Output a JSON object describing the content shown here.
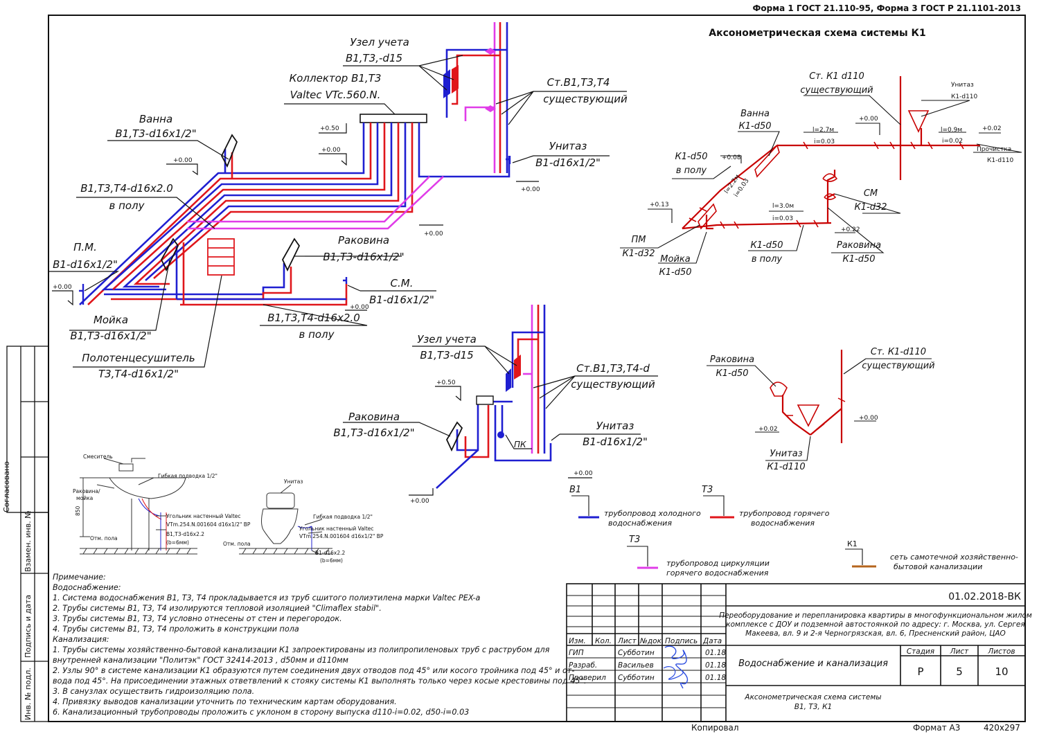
{
  "header": {
    "form_text": "Форма 1 ГОСТ 21.110-95, Форма 3 ГОСТ Р 21.1101-2013",
    "scheme_title": "Аксонометрическая схема системы К1"
  },
  "colors": {
    "cold": "#1f1fd1",
    "hot": "#e0161b",
    "circ": "#e03ce8",
    "sewer": "#b5651d",
    "sewer_line": "#c80000"
  },
  "water_top": {
    "meter": [
      "Узел учета",
      "В1,Т3,-d15"
    ],
    "collector": [
      "Коллектор В1,Т3",
      "Valtec VTc.560.N."
    ],
    "riser": [
      "Ст.В1,Т3,Т4",
      "существующий"
    ],
    "bath": [
      "Ванна",
      "В1,Т3-d16х1/2\""
    ],
    "floor_pipe": [
      "В1,Т3,Т4-d16х2.0",
      "в полу"
    ],
    "toilet": [
      "Унитаз",
      "В1-d16х1/2\""
    ],
    "dishwasher": [
      "П.М.",
      "В1-d16х1/2\""
    ],
    "sink": [
      "Раковина",
      "В1,Т3-d16х1/2\""
    ],
    "washer": [
      "С.М.",
      "В1-d16х1/2\""
    ],
    "kitchen": [
      "Мойка",
      "В1,Т3-d16х1/2\""
    ],
    "floor_pipe2": [
      "В1,Т3,Т4-d16х2.0",
      "в полу"
    ],
    "towel": [
      "Полотенцесушитель",
      "Т3,Т4-d16х1/2\""
    ],
    "marks": [
      "+0.50",
      "+0.00",
      "+0.00",
      "+0.00",
      "+0.00",
      "+0.00",
      "+0.00"
    ]
  },
  "water_bottom": {
    "meter": [
      "Узел учета",
      "В1,Т3-d15"
    ],
    "riser": [
      "Ст.В1,Т3,Т4-d",
      "существующий"
    ],
    "sink": [
      "Раковина",
      "В1,Т3-d16х1/2\""
    ],
    "toilet": [
      "Унитаз",
      "В1-d16х1/2\""
    ],
    "pk": "ПК",
    "marks": [
      "+0.50",
      "+0.00",
      "+0.00"
    ]
  },
  "sewer_top": {
    "riser": [
      "Ст. К1 d110",
      "существующий"
    ],
    "toilet": [
      "Унитаз",
      "К1-d110"
    ],
    "bath": [
      "Ванна",
      "К1-d50"
    ],
    "pipe1": [
      "К1-d50",
      "в полу"
    ],
    "slope1": [
      "l=2.7м",
      "i=0.03"
    ],
    "slope2": [
      "l=0.9м",
      "i=0.02"
    ],
    "slope3": [
      "l=2.2м",
      "i=0.03"
    ],
    "slope4": [
      "l=3.0м",
      "i=0.03"
    ],
    "clean": [
      "Прочистка",
      "К1-d110"
    ],
    "washer": [
      "СМ",
      "К1-d32"
    ],
    "dish": [
      "ПМ",
      "К1-d32"
    ],
    "kitchen": [
      "Мойка",
      "К1-d50"
    ],
    "pipe2": [
      "К1-d50",
      "в полу"
    ],
    "sink": [
      "Раковина",
      "К1-d50"
    ],
    "marks": [
      "+0.00",
      "+0.02",
      "+0.08",
      "+0.13",
      "+0.22"
    ]
  },
  "sewer_bottom": {
    "sink": [
      "Раковина",
      "К1-d50"
    ],
    "riser": [
      "Ст. К1-d110",
      "существующий"
    ],
    "toilet": [
      "Унитаз",
      "К1-d110"
    ],
    "marks": [
      "+0.02",
      "+0.00"
    ]
  },
  "legend": {
    "b1": [
      "В1",
      "трубопровод холодного",
      "водоснабжения"
    ],
    "t3": [
      "Т3",
      "трубопровод горячего",
      "водоснабжения"
    ],
    "t4": [
      "Т3",
      "трубопровод циркуляции",
      "горячего водоснабжения"
    ],
    "k1": [
      "К1",
      "сеть самотечной хозяйственно-",
      "бытовой канализации"
    ]
  },
  "details": {
    "mixer": "Смеситель",
    "flex1": "Гибкая подводка 1/2\"",
    "sinklbl": [
      "Раковина/",
      "мойка"
    ],
    "height": "850",
    "elbow1": [
      "Угольник настенный Valtec",
      "VTm.254.N.001604 d16х1/2\" ВР"
    ],
    "pipe1": [
      "В1,Т3-d16х2.2",
      "(b=6мм)"
    ],
    "floor1": "Отм. пола",
    "wc": "Унитаз",
    "flex2": "Гибкая подводка 1/2\"",
    "elbow2": [
      "Угольник настенный Valtec",
      "VTm.254.N.001604 d16х1/2\" ВР"
    ],
    "pipe2": [
      "В1-d16х2.2",
      "(b=6мм)"
    ],
    "floor2": "Отм. пола"
  },
  "notes": [
    "Примечание:",
    "Водоснабжение:",
    "1. Система водоснабжения  В1, Т3, Т4 прокладывается из труб сшитого полиэтилена марки Valtec PEX-a",
    "2. Трубы системы В1, Т3, Т4 изолируются тепловой изоляцией \"Climaflex stabil\".",
    "3. Трубы системы В1, Т3, Т4 условно отнесены от стен и перегородок.",
    "4. Трубы системы В1, Т3, Т4 проложить в конструкции пола",
    "Канализация:",
    "1. Трубы системы хозяйственно-бытовой канализации К1 запроектированы из полипропиленовых труб с раструбом для",
    "внутренней канализации \"Политэк\" ГОСТ 32414-2013 , d50мм и d110мм",
    "2. Узлы 90° в системе канализации К1 образуются путем соединения двух отводов под 45° или косого тройника под 45° и от-",
    "вода под 45°. На присоединении этажных ответвлений к стояку системы К1 выполнять только через косые крестовины под 45°.",
    "3. В санузлах осуществить гидроизоляцию пола.",
    "4. Привязку выводов канализации уточнить по техническим картам оборудования.",
    "6. Канализационный трубопроводы проложить с уклоном в сторону выпуска  d110-i=0.02, d50-i=0.03"
  ],
  "stamp": {
    "code": "01.02.2018-ВК",
    "project": [
      "Переоборудование и перепланировка  квартиры в многофункциональном  жилом",
      "комплексе  с ДОУ и подземной автостоянкой  по адресу: г. Москва, ул. Сергея",
      "Макеева, вл. 9 и 2-я Черногрязская, вл. 6, Пресненский район, ЦАО"
    ],
    "cols": [
      "Изм.",
      "Кол.",
      "Лист",
      "№док.",
      "Подпись",
      "Дата"
    ],
    "rows": [
      [
        "ГИП",
        "Субботин",
        "01.18"
      ],
      [
        "Разраб.",
        "Васильев",
        "01.18"
      ],
      [
        "Проверил",
        "Субботин",
        "01.18"
      ]
    ],
    "section": "Водоснабжение и канализация",
    "stage_h": [
      "Стадия",
      "Лист",
      "Листов"
    ],
    "stage_v": [
      "Р",
      "5",
      "10"
    ],
    "sheet_title": [
      "Аксонометрическая схема системы",
      "В1, Т3, К1"
    ]
  },
  "footer": {
    "copied": "Копировал",
    "format": "Формат А3",
    "size": "420х297"
  },
  "side": [
    "Согласовано",
    "Взамен. инв. №",
    "Подпись и дата",
    "Инв. № подл."
  ]
}
